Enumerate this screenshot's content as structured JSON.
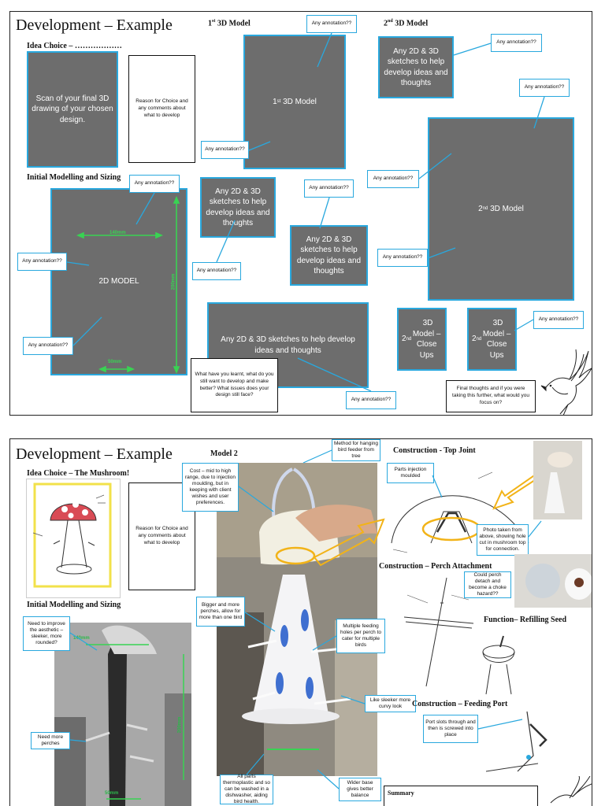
{
  "sheet1": {
    "title": "Development – Example",
    "idea_choice": "Idea Choice – ………………",
    "heading_3d_1": "1st 3D Model",
    "heading_3d_2": "2nd 3D Model",
    "scan_box": "Scan of your final 3D drawing of your chosen design.",
    "reason_box": "Reason for Choice and any comments about what to develop",
    "model1_box": "1st 3D Model",
    "sketch_box_top_right": "Any 2D & 3D sketches to help develop ideas and thoughts",
    "model2_box": "2nd 3D Model",
    "initial_modelling": "Initial Modelling and Sizing",
    "model_2d": "2D MODEL",
    "sketch_box_a": "Any 2D & 3D sketches to help develop ideas and thoughts",
    "sketch_box_b": "Any 2D & 3D sketches to help develop ideas and thoughts",
    "sketch_box_wide": "Any 2D & 3D sketches to help develop ideas and thoughts",
    "closeups_a": "2nd 3D Model – Close Ups",
    "closeups_b": "2nd 3D Model – Close Ups",
    "learnt_box": "What have you learnt, what do you still want to develop and make better? What issues does your design still face?",
    "final_box": "Final thoughts and if you were taking this further, what would you focus on?",
    "annotation": "Any annotation??",
    "dim_140": "140mm",
    "dim_200": "200mm",
    "dim_50": "50mm"
  },
  "sheet2": {
    "title": "Development – Example",
    "idea_choice": "Idea Choice – The Mushroom!",
    "model_heading": "Model 2",
    "reason_box": "Reason for Choice and any comments about what to develop",
    "initial_modelling": "Initial Modelling and Sizing",
    "construction_top": "Construction - Top Joint",
    "construction_perch": "Construction – Perch Attachment",
    "function_refill": "Function– Refilling Seed",
    "construction_feed": "Construction – Feeding Port",
    "summary": "Summary",
    "notes": {
      "method": "Method for hanging bird feeder from tree",
      "cost": "Cost – mid to high range, due to injection moulding, but in keeping with client wishes and user preferences.",
      "aesthetic": "Need to improve the aesthetic – sleeker, more rounded?",
      "more_perches": "Need more perches",
      "bigger": "Bigger and more perches, allow for more than one bird",
      "multiple_holes": "Multiple feeding holes per perch to cater for multiple birds",
      "sleeker": "Like sleeker more curvy look",
      "thermoplastic": "All parts thermoplastic and so can be washed in a dishwasher, aiding bird health.",
      "wider_base": "Wider base gives better balance",
      "injection": "Parts injection moulded",
      "photo": "Photo taken from above, showing hole cut in mushroom top for connection.",
      "choke": "Could perch detach and become a choke hazard??",
      "port": "Port slots through and then is screwed into place"
    },
    "dim_140": "140mm",
    "dim_200": "200mm",
    "dim_50": "50mm"
  },
  "colors": {
    "accent_blue": "#29a8de",
    "box_grey": "#6d6d6d",
    "dimension_green": "#39d353",
    "highlight_yellow": "#f2b318"
  }
}
